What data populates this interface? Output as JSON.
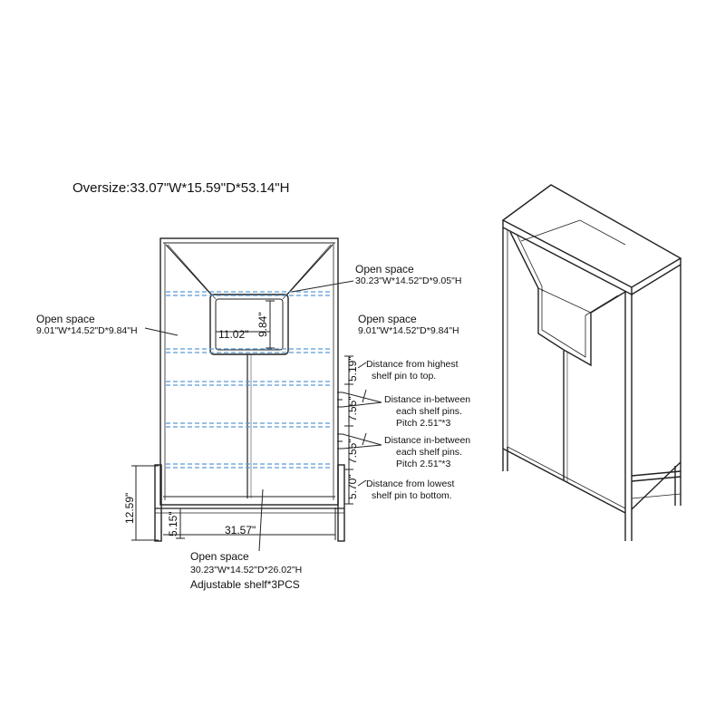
{
  "title": "Oversize:33.07\"W*15.59\"D*53.14\"H",
  "labels": {
    "top_open_title": "Open space",
    "top_open_dims": "30.23\"W*14.52\"D*9.05\"H",
    "left_open_title": "Open space",
    "left_open_dims": "9.01\"W*14.52\"D*9.84\"H",
    "right_open_title": "Open space",
    "right_open_dims": "9.01\"W*14.52\"D*9.84\"H",
    "bottom_open_title": "Open space",
    "bottom_open_dims": "30.23\"W*14.52\"D*26.02\"H",
    "adjustable": "Adjustable shelf*3PCS"
  },
  "dimensions": {
    "window_width": "11.02\"",
    "window_height": "9.84\"",
    "top_gap": "5.19\"",
    "pitch1": "7.55\"",
    "pitch2": "7.55\"",
    "bottom_gap": "5.70\"",
    "leg_height": "12.59\"",
    "base_height": "5.15\"",
    "inner_width": "31.57\""
  },
  "notes": {
    "highest_1": "Distance from highest",
    "highest_2": "shelf pin to top.",
    "between1_1": "Distance in-between",
    "between1_2": "each shelf pins.",
    "between1_3": "Pitch 2.51\"*3",
    "between2_1": "Distance in-between",
    "between2_2": "each shelf pins.",
    "between2_3": "Pitch 2.51\"*3",
    "lowest_1": "Distance from lowest",
    "lowest_2": "shelf pin to bottom."
  },
  "colors": {
    "line": "#222222",
    "shelf_dash": "#5a9bd5",
    "background": "#ffffff"
  }
}
